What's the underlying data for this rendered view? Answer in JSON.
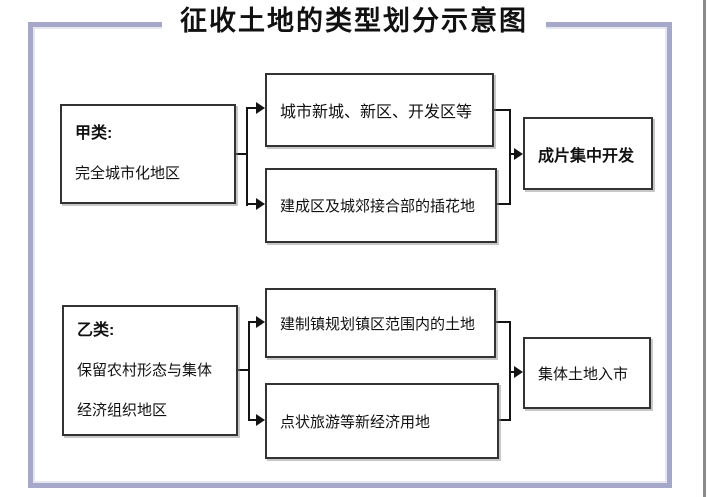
{
  "title": "征收土地的类型划分示意图",
  "colors": {
    "frame": "#a6a8ca",
    "box_border": "#333333",
    "connector_line": "#141414",
    "right_edge_line": "#8a8a8a",
    "text": "#111111",
    "background": "#ffffff"
  },
  "groups": [
    {
      "source": {
        "heading": "甲类:",
        "lines": [
          "完全城市化地区"
        ]
      },
      "items": [
        "城市新城、新区、开发区等",
        "建成区及城郊接合部的插花地"
      ],
      "result": "成片集中开发"
    },
    {
      "source": {
        "heading": "乙类:",
        "lines": [
          "保留农村形态与集体",
          "经济组织地区"
        ]
      },
      "items": [
        "建制镇规划镇区范围内的土地",
        "点状旅游等新经济用地"
      ],
      "result": "集体土地入市"
    }
  ]
}
